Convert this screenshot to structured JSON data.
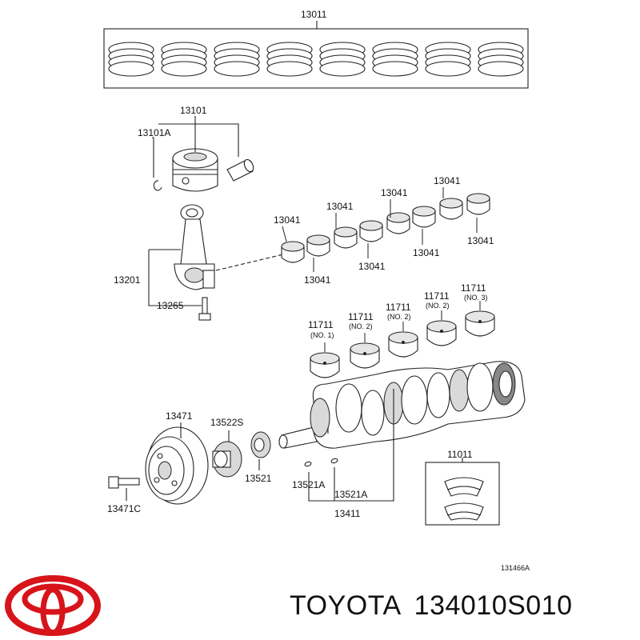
{
  "labels": {
    "rings": "13011",
    "piston_set": "13101",
    "snap_ring": "13101A",
    "conrod": "13201",
    "conrod_bolt": "13265",
    "conrod_bearing": "13041",
    "main_bearing": "11711",
    "no1": "(NO. 1)",
    "no2": "(NO. 2)",
    "no3": "(NO. 3)",
    "pulley": "13471",
    "pulley_bolt": "13471C",
    "gear_13522s": "13522S",
    "gear_13521": "13521",
    "key_a": "13521A",
    "crankshaft": "13411",
    "thrust_washer": "11011",
    "diagram_code": "131466A"
  },
  "footer": {
    "brand": "TOYOTA",
    "part_number": "134010S010"
  },
  "colors": {
    "logo_red": "#d7141a",
    "line": "#222222"
  }
}
